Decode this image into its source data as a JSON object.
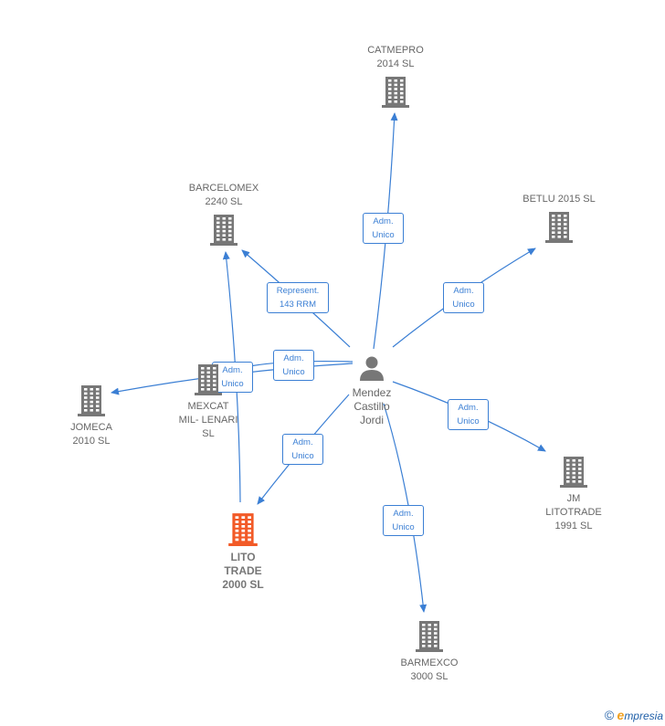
{
  "center": {
    "label": "Mendez\nCastillo\nJordi",
    "icon": "person-icon"
  },
  "companies": [
    {
      "key": "catmepro",
      "label": "CATMEPRO\n2014  SL",
      "highlight": false
    },
    {
      "key": "barcelomex",
      "label": "BARCELOMEX\n2240  SL",
      "highlight": false
    },
    {
      "key": "betlu",
      "label": "BETLU 2015  SL",
      "highlight": false
    },
    {
      "key": "jomeca",
      "label": "JOMECA\n2010 SL",
      "highlight": false
    },
    {
      "key": "mexcat",
      "label": "MEXCAT\nMIL- LENARI\nSL",
      "highlight": false
    },
    {
      "key": "jm",
      "label": "JM\nLITOTRADE\n1991 SL",
      "highlight": false
    },
    {
      "key": "litotrade",
      "label": "LITO\nTRADE\n2000  SL",
      "highlight": true
    },
    {
      "key": "barmexco",
      "label": "BARMEXCO\n3000  SL",
      "highlight": false
    }
  ],
  "relations": [
    {
      "key": "to-catmepro",
      "label": "Adm.\nUnico"
    },
    {
      "key": "to-barcelomex",
      "label": "Represent.\n143 RRM"
    },
    {
      "key": "to-betlu",
      "label": "Adm.\nUnico"
    },
    {
      "key": "to-jomeca",
      "label": "Adm.\nUnico"
    },
    {
      "key": "to-mexcat",
      "label": "Adm.\nUnico"
    },
    {
      "key": "to-jm",
      "label": "Adm.\nUnico"
    },
    {
      "key": "to-litotrade",
      "label": "Adm.\nUnico"
    },
    {
      "key": "to-barmexco",
      "label": "Adm.\nUnico"
    }
  ],
  "colors": {
    "edge": "#3b7fd4",
    "building": "#777777",
    "highlight": "#f25a27",
    "person": "#777777"
  },
  "footer": {
    "copyright": "©",
    "brand_e": "e",
    "brand_rest": "mpresia"
  }
}
